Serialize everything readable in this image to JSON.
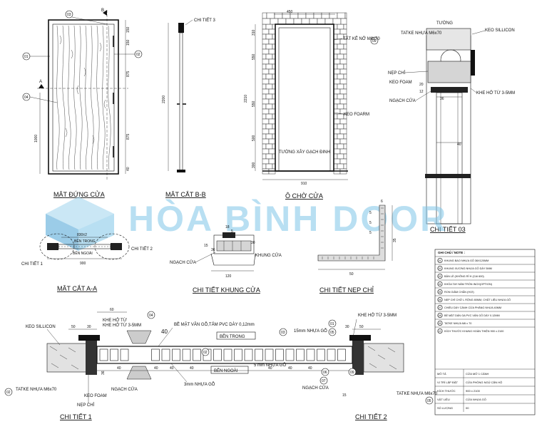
{
  "front_view": {
    "title": "MẶT ĐỨNG CỬA",
    "callouts": [
      "01",
      "02",
      "03",
      "04"
    ],
    "section_marks": [
      "A",
      "B"
    ],
    "dims": [
      "150",
      "150",
      "875",
      "875",
      "1000",
      "40"
    ]
  },
  "section_bb": {
    "title": "MẶT CẮT B-B",
    "detail_ref": "CHI TIẾT 3",
    "dims": [
      "2200"
    ]
  },
  "opening": {
    "title": "Ô CHỜ CỬA",
    "top_dim": "450",
    "bottom_dim": "910",
    "side_dims": [
      "310",
      "550",
      "2210",
      "550",
      "500",
      "300"
    ],
    "labels": [
      "TẮT KÊ NỞ M6x70",
      "KEO FOARM",
      "TƯỜNG XÂY GẠCH ĐINH"
    ],
    "callout": "09"
  },
  "detail_03": {
    "title": "CHI TIẾT 03",
    "labels": [
      "TƯỜNG",
      "KEO SILLICON",
      "TATKE NHỰA M6x70",
      "NẸP CHỈ",
      "KEO FOAM",
      "NGẠCH CỬA",
      "KHE HỞ TỪ 3-5MM"
    ],
    "dims": [
      "36",
      "40",
      "20",
      "12"
    ]
  },
  "section_aa": {
    "title": "MẶT CẮT A-A",
    "dims": [
      "830±2",
      "900"
    ],
    "labels": [
      "BÊN TRONG",
      "BÊN NGOÀI",
      "CHI TIẾT 1",
      "CHI TIẾT 2"
    ]
  },
  "frame_detail": {
    "title": "CHI TIẾT KHUNG CỬA",
    "labels": [
      "KHUNG CỬA",
      "NGẠCH CỬA"
    ],
    "dims": [
      "18",
      "5",
      "30",
      "15",
      "120",
      "36",
      "5"
    ]
  },
  "trim_detail": {
    "title": "CHI TIẾT NẸP CHỈ",
    "dims": [
      "6",
      "5",
      "5",
      "5",
      "35",
      "50"
    ]
  },
  "watermark": "HÒA BÌNH DOOR",
  "notes": {
    "header": "GHI CHÚ / NOTE :",
    "rows": [
      {
        "no": "01",
        "text": "KHUNG BAO NHỰA GỖ 36X120MM"
      },
      {
        "no": "02",
        "text": "KHUNG XƯƠNG NHỰA GỖ DÀY 5MM"
      },
      {
        "no": "03",
        "text": "BẢN LỀ (KHÔNG RỈ H (CAI 600)"
      },
      {
        "no": "04",
        "text": "KHÓA TAY NẮM TRÒN INOX(OPTION)"
      },
      {
        "no": "05",
        "text": "RON GIẢM CHẤN (HỢI)"
      },
      {
        "no": "06",
        "text": "NẸP CHỈ CHỮ L RỘNG 80MM, CHẤT LIỆU NHỰA GỖ"
      },
      {
        "no": "07",
        "text": "CHIỀU DÀY CÁNH CỬA PHẲNG NHỰA 40MM"
      },
      {
        "no": "08",
        "text": "BỀ MẶT DÁN GA PVC VÂN GỖ DÀY 0.12MM"
      },
      {
        "no": "09",
        "text": "TATKE NHỰA M6 x 70"
      },
      {
        "no": "10",
        "text": "KÍCH THƯỚC KHUNG HOÀN THIỆN 900 x 2100"
      }
    ],
    "spec": [
      {
        "k": "MÔ TẢ",
        "v": "CỬA MỞ 1 CÁNH"
      },
      {
        "k": "VỊ TRÍ LẮP ĐẶT",
        "v": "CỬA PHÒNG NGỦ CĂN HỘ"
      },
      {
        "k": "KÍCH THƯỚC",
        "v": "900 x 2100"
      },
      {
        "k": "VẬT LIỆU",
        "v": "CỬA NHỰA GỖ"
      },
      {
        "k": "SỐ LƯỢNG",
        "v": "00"
      }
    ]
  },
  "bottom_section": {
    "labels": {
      "keo_silicon": "KEO SILLICON",
      "khe_ho_left": "KHE HỞ TỪ 3-5MM",
      "be_mat": "BỀ MẶT VÂN GỖ,TẤM PVC DÀY 0,12mm",
      "ben_trong": "BÊN TRONG",
      "nhua_go_15": "15mm NHỰA GỖ",
      "khe_ho_right": "KHE HỞ TỪ 3-5MM",
      "nhua_go_5": "5 mm NHỰA GỖ",
      "ben_ngoai": "BÊN NGOÀI",
      "nhua_go_3": "3mm NHỰA GỖ",
      "tatke_left": "TATKE NHỰA M6x70",
      "keo_foam": "KEO FOAM",
      "ngach_cua_left": "NGẠCH CỬA",
      "nep_chi": "NẸP CHỈ",
      "ngach_cua_right": "NGẠCH CỬA",
      "tatke_right": "TATKE NHỰA M6x70"
    },
    "dims": [
      "60",
      "50",
      "30",
      "40",
      "36",
      "40",
      "40",
      "40",
      "40",
      "40",
      "40",
      "40",
      "50",
      "30",
      "15"
    ],
    "callouts": [
      "04",
      "02",
      "03",
      "01",
      "05",
      "06",
      "09",
      "07",
      "02",
      "05"
    ],
    "title_left": "CHI TIẾT 1",
    "title_right": "CHI TIẾT 2"
  }
}
